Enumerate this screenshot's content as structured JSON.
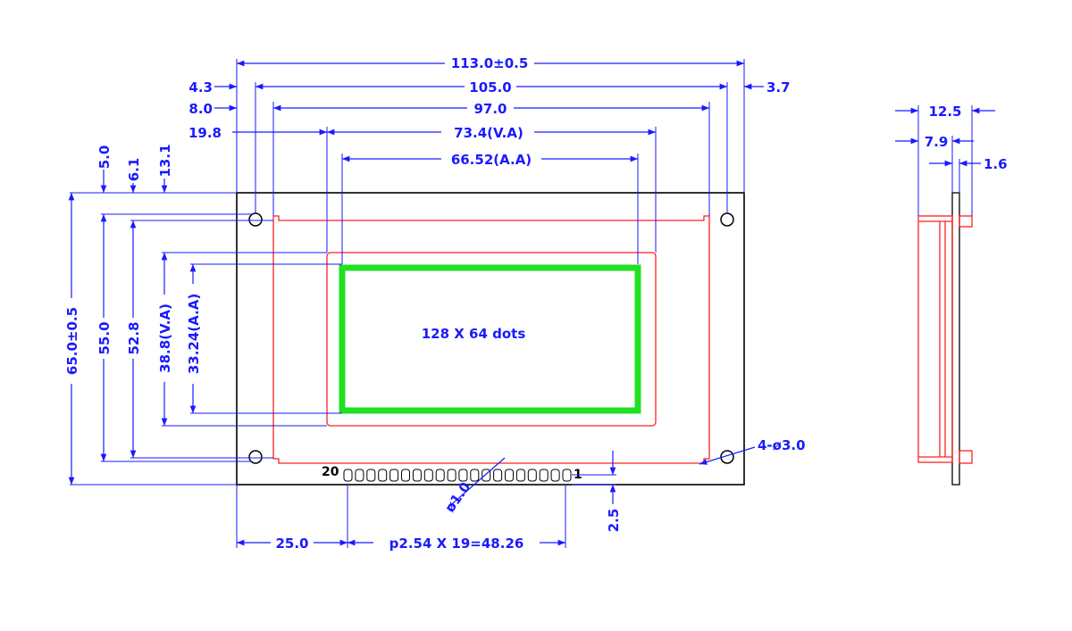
{
  "diagram": {
    "colors": {
      "dimension": "#1a1aff",
      "pcb_outline": "#000000",
      "bezel": "#ff2020",
      "active_area": "#22e022"
    },
    "horizontal_dims": {
      "overall": "113.0±0.5",
      "hole_pitch": "105.0",
      "bezel_width": "97.0",
      "va_width": "73.4(V.A)",
      "aa_width": "66.52(A.A)",
      "left_4_3": "4.3",
      "left_8_0": "8.0",
      "left_19_8": "19.8",
      "right_3_7": "3.7"
    },
    "vertical_dims": {
      "overall": "65.0±0.5",
      "hole_pitch": "55.0",
      "bezel_height": "52.8",
      "va_height": "38.8(V.A)",
      "aa_height": "33.24(A.A)",
      "top_5_0": "5.0",
      "top_6_1": "6.1",
      "top_13_1": "13.1"
    },
    "display_label": "128 X 64 dots",
    "holes_label": "4-ø3.0",
    "pin_labels": {
      "first": "20",
      "last": "1"
    },
    "pin_diameter": "ø1.0",
    "pin_offset": "2.5",
    "bottom_dims": {
      "left_offset": "25.0",
      "pitch": "p2.54 X 19=48.26"
    },
    "side_view": {
      "thickness": "12.5",
      "module": "7.9",
      "pcb": "1.6"
    }
  }
}
